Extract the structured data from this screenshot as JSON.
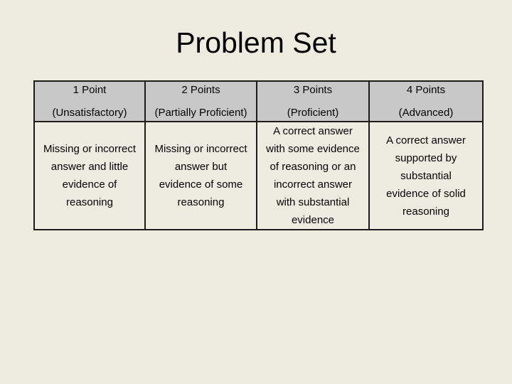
{
  "slide": {
    "title": "Problem Set",
    "colors": {
      "background": "#EEECE1",
      "header_bg": "#C8C8C8",
      "border": "#1C1C1C",
      "text": "#000000"
    },
    "rubric_table": {
      "columns": [
        {
          "points": "1 Point",
          "level": "(Unsatisfactory)",
          "description_lines": [
            "Missing or incorrect",
            "answer and little",
            "evidence of",
            "reasoning"
          ]
        },
        {
          "points": "2 Points",
          "level": "(Partially Proficient)",
          "description_lines": [
            "Missing or incorrect",
            "answer but",
            "evidence of some",
            "reasoning"
          ]
        },
        {
          "points": "3 Points",
          "level": "(Proficient)",
          "description_lines": [
            "A correct answer",
            "with some evidence",
            "of reasoning or an",
            "incorrect answer",
            "with substantial",
            "evidence"
          ]
        },
        {
          "points": "4 Points",
          "level": "(Advanced)",
          "description_lines": [
            "A correct answer",
            "supported by",
            "substantial",
            "evidence of solid",
            "reasoning"
          ]
        }
      ]
    }
  }
}
